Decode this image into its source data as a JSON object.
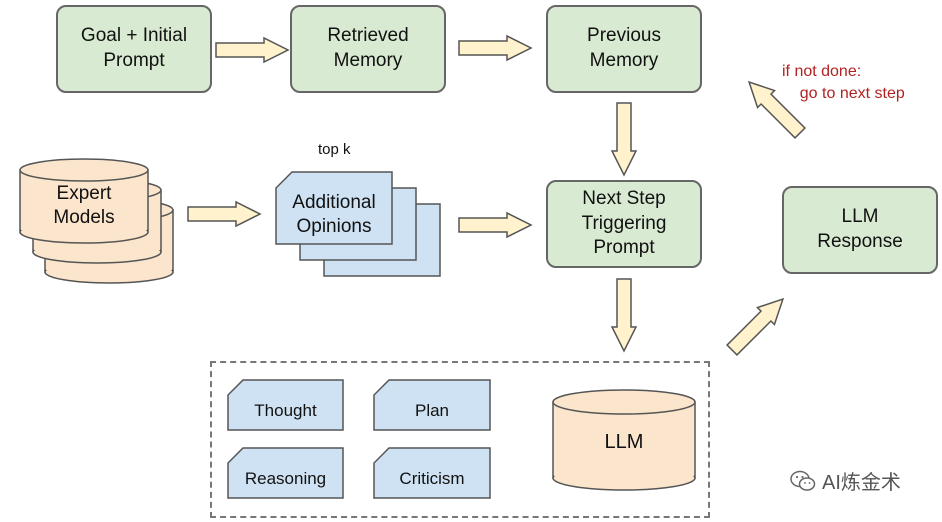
{
  "nodes": {
    "goal": "Goal + Initial\nPrompt",
    "retrieved": "Retrieved\nMemory",
    "previous": "Previous\nMemory",
    "next_step": "Next Step\nTriggering\nPrompt",
    "llm_response": "LLM\nResponse",
    "expert": "Expert\nModels",
    "opinions": "Additional\nOpinions",
    "llm": "LLM"
  },
  "labels": {
    "top_k": "top k",
    "if_not_done": "if not done:\n    go to next step"
  },
  "modules": [
    "Thought",
    "Plan",
    "Reasoning",
    "Criticism"
  ],
  "watermark": "AI炼金术",
  "colors": {
    "green_box": "#d9ead3",
    "blue_doc": "#cfe2f3",
    "orange_cyl": "#fce5cd",
    "arrow_fill": "#fff2cc",
    "note_red": "#b22222"
  },
  "icons": {
    "watermark": "wechat-icon"
  }
}
